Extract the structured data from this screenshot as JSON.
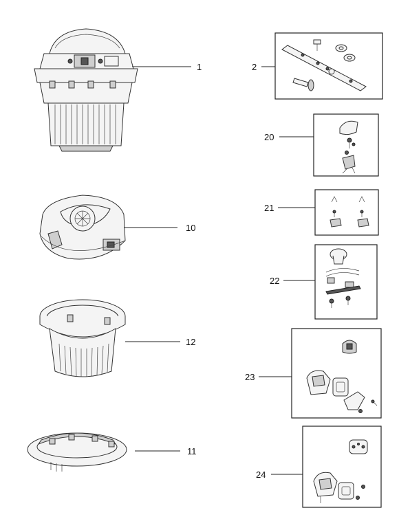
{
  "callouts": {
    "p1": "1",
    "p2": "2",
    "p10": "10",
    "p11": "11",
    "p12": "12",
    "p20": "20",
    "p21": "21",
    "p22": "22",
    "p23": "23",
    "p24": "24"
  }
}
